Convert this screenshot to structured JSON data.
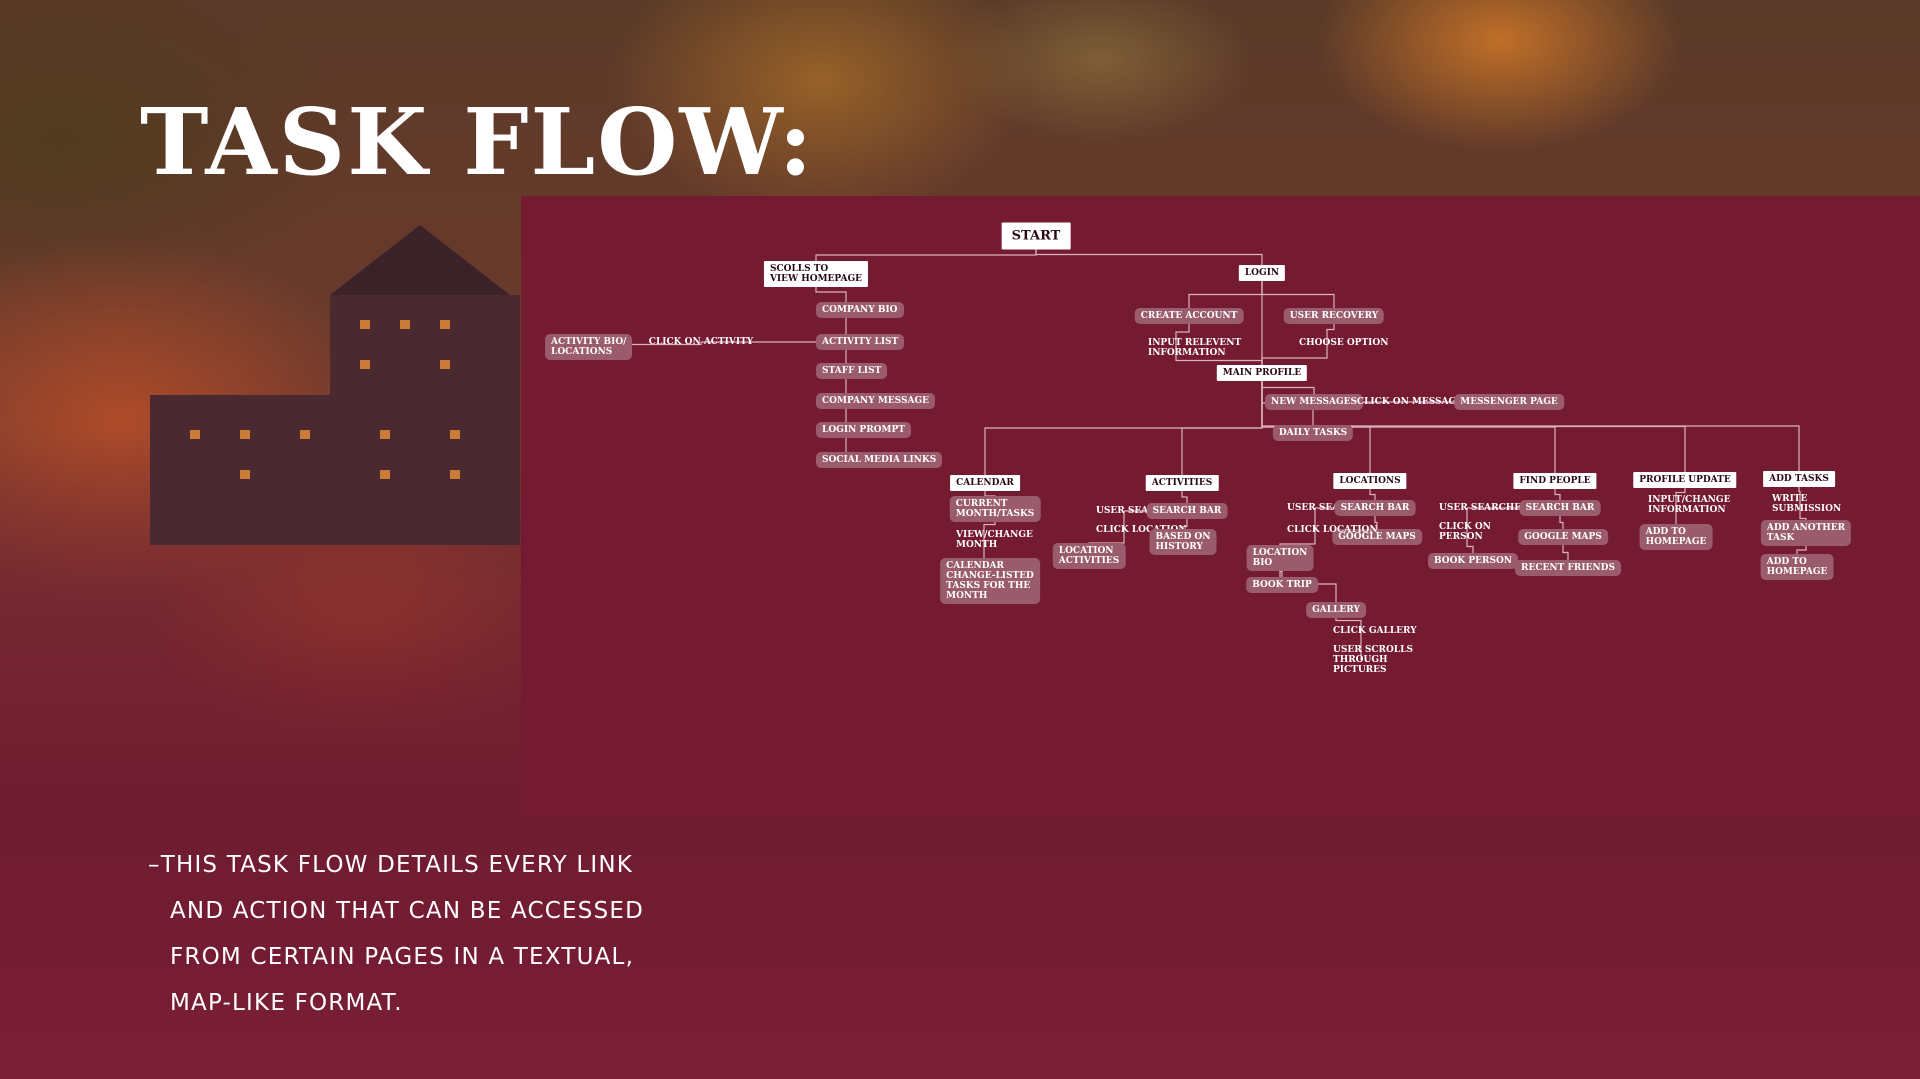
{
  "slide": {
    "title": "TASK FLOW:",
    "description_lines": [
      "–This task flow details every link",
      "and action that can be accessed",
      "from certain pages in a textual,",
      "map-like format."
    ]
  },
  "colors": {
    "panel": "#741a31",
    "pill": "#9a5b6c",
    "box": "#ffffff",
    "line": "#d9b4be"
  },
  "task_flow": {
    "nodes": [
      {
        "id": "start",
        "label": "START",
        "style": "box"
      },
      {
        "id": "scroll_home",
        "label": "SCOLLS TO\nVIEW HOMEPAGE",
        "style": "box"
      },
      {
        "id": "login",
        "label": "LOGIN",
        "style": "box"
      },
      {
        "id": "company_bio",
        "label": "COMPANY BIO",
        "style": "pill"
      },
      {
        "id": "activity_list",
        "label": "ACTIVITY LIST",
        "style": "pill"
      },
      {
        "id": "click_activity",
        "label": "CLICK ON ACTIVITY",
        "style": "text"
      },
      {
        "id": "activity_bio",
        "label": "ACTIVITY BIO/\nLOCATIONS",
        "style": "pill"
      },
      {
        "id": "staff_list",
        "label": "STAFF LIST",
        "style": "pill"
      },
      {
        "id": "company_message",
        "label": "COMPANY MESSAGE",
        "style": "pill"
      },
      {
        "id": "login_prompt",
        "label": "LOGIN PROMPT",
        "style": "pill"
      },
      {
        "id": "social_links",
        "label": "SOCIAL MEDIA LINKS",
        "style": "pill"
      },
      {
        "id": "create_account",
        "label": "CREATE ACCOUNT",
        "style": "pill"
      },
      {
        "id": "user_recovery",
        "label": "USER RECOVERY",
        "style": "pill"
      },
      {
        "id": "input_info",
        "label": "INPUT RELEVENT\nINFORMATION",
        "style": "text"
      },
      {
        "id": "choose_option",
        "label": "CHOOSE OPTION",
        "style": "text"
      },
      {
        "id": "main_profile",
        "label": "MAIN PROFILE",
        "style": "box"
      },
      {
        "id": "new_messages",
        "label": "NEW MESSAGES",
        "style": "pill"
      },
      {
        "id": "click_message",
        "label": "CLICK ON MESSAGE",
        "style": "text"
      },
      {
        "id": "messenger_page",
        "label": "MESSENGER PAGE",
        "style": "pill"
      },
      {
        "id": "daily_tasks",
        "label": "DAILY TASKS",
        "style": "pill"
      },
      {
        "id": "calendar",
        "label": "CALENDAR",
        "style": "box"
      },
      {
        "id": "current_month",
        "label": "CURRENT\nMONTH/TASKS",
        "style": "pill"
      },
      {
        "id": "view_month",
        "label": "VIEW/CHANGE\nMONTH",
        "style": "text"
      },
      {
        "id": "calendar_change",
        "label": "CALENDAR\nCHANGE-LISTED\nTASKS FOR THE\nMONTH",
        "style": "pill"
      },
      {
        "id": "activities",
        "label": "ACTIVITIES",
        "style": "box"
      },
      {
        "id": "act_user_searches",
        "label": "USER SEARCHES",
        "style": "text"
      },
      {
        "id": "act_search_bar",
        "label": "SEARCH BAR",
        "style": "pill"
      },
      {
        "id": "act_click_location",
        "label": "CLICK LOCATION",
        "style": "text"
      },
      {
        "id": "location_activities",
        "label": "LOCATION\nACTIVITIES",
        "style": "pill"
      },
      {
        "id": "based_history",
        "label": "BASED ON\nHISTORY",
        "style": "pill"
      },
      {
        "id": "locations",
        "label": "LOCATIONS",
        "style": "box"
      },
      {
        "id": "loc_user_searches",
        "label": "USER SEARCHES",
        "style": "text"
      },
      {
        "id": "loc_search_bar",
        "label": "SEARCH BAR",
        "style": "pill"
      },
      {
        "id": "loc_google_maps",
        "label": "GOOGLE MAPS",
        "style": "pill"
      },
      {
        "id": "loc_click_location",
        "label": "CLICK LOCATION",
        "style": "text"
      },
      {
        "id": "location_bio",
        "label": "LOCATION\nBIO",
        "style": "pill"
      },
      {
        "id": "book_trip",
        "label": "BOOK TRIP",
        "style": "pill"
      },
      {
        "id": "gallery",
        "label": "GALLERY",
        "style": "pill"
      },
      {
        "id": "click_gallery",
        "label": "CLICK GALLERY",
        "style": "text"
      },
      {
        "id": "user_scrolls",
        "label": "USER SCROLLS\nTHROUGH\nPICTURES",
        "style": "text"
      },
      {
        "id": "find_people",
        "label": "FIND PEOPLE",
        "style": "box"
      },
      {
        "id": "fp_user_searches",
        "label": "USER SEARCHES",
        "style": "text"
      },
      {
        "id": "fp_search_bar",
        "label": "SEARCH BAR",
        "style": "pill"
      },
      {
        "id": "click_person",
        "label": "CLICK ON\nPERSON",
        "style": "text"
      },
      {
        "id": "fp_google_maps",
        "label": "GOOGLE MAPS",
        "style": "pill"
      },
      {
        "id": "book_person",
        "label": "BOOK PERSON",
        "style": "pill"
      },
      {
        "id": "recent_friends",
        "label": "RECENT FRIENDS",
        "style": "pill"
      },
      {
        "id": "profile_update",
        "label": "PROFILE UPDATE",
        "style": "box"
      },
      {
        "id": "input_change",
        "label": "INPUT/CHANGE\nINFORMATION",
        "style": "text"
      },
      {
        "id": "pu_add_home",
        "label": "ADD TO\nHOMEPAGE",
        "style": "pill"
      },
      {
        "id": "add_tasks",
        "label": "ADD TASKS",
        "style": "box"
      },
      {
        "id": "write_submission",
        "label": "WRITE\nSUBMISSION",
        "style": "text"
      },
      {
        "id": "add_another",
        "label": "ADD ANOTHER\nTASK",
        "style": "pill"
      },
      {
        "id": "at_add_home",
        "label": "ADD TO\nHOMEPAGE",
        "style": "pill"
      }
    ],
    "edges": [
      [
        "start",
        "scroll_home"
      ],
      [
        "start",
        "login"
      ],
      [
        "scroll_home",
        "company_bio"
      ],
      [
        "company_bio",
        "activity_list"
      ],
      [
        "activity_list",
        "click_activity"
      ],
      [
        "click_activity",
        "activity_bio"
      ],
      [
        "activity_list",
        "staff_list"
      ],
      [
        "staff_list",
        "company_message"
      ],
      [
        "company_message",
        "login_prompt"
      ],
      [
        "login_prompt",
        "social_links"
      ],
      [
        "login",
        "create_account"
      ],
      [
        "login",
        "user_recovery"
      ],
      [
        "create_account",
        "input_info"
      ],
      [
        "user_recovery",
        "choose_option"
      ],
      [
        "input_info",
        "main_profile"
      ],
      [
        "choose_option",
        "main_profile"
      ],
      [
        "login",
        "main_profile"
      ],
      [
        "main_profile",
        "new_messages"
      ],
      [
        "new_messages",
        "click_message"
      ],
      [
        "click_message",
        "messenger_page"
      ],
      [
        "main_profile",
        "daily_tasks"
      ],
      [
        "main_profile",
        "calendar"
      ],
      [
        "main_profile",
        "activities"
      ],
      [
        "main_profile",
        "locations"
      ],
      [
        "main_profile",
        "find_people"
      ],
      [
        "main_profile",
        "profile_update"
      ],
      [
        "main_profile",
        "add_tasks"
      ],
      [
        "calendar",
        "current_month"
      ],
      [
        "current_month",
        "view_month"
      ],
      [
        "view_month",
        "calendar_change"
      ],
      [
        "activities",
        "act_search_bar"
      ],
      [
        "act_user_searches",
        "act_search_bar"
      ],
      [
        "act_search_bar",
        "based_history"
      ],
      [
        "act_user_searches",
        "act_click_location"
      ],
      [
        "act_click_location",
        "location_activities"
      ],
      [
        "locations",
        "loc_search_bar"
      ],
      [
        "loc_user_searches",
        "loc_search_bar"
      ],
      [
        "loc_search_bar",
        "loc_google_maps"
      ],
      [
        "loc_user_searches",
        "loc_click_location"
      ],
      [
        "loc_click_location",
        "location_bio"
      ],
      [
        "location_bio",
        "book_trip"
      ],
      [
        "location_bio",
        "gallery"
      ],
      [
        "gallery",
        "click_gallery"
      ],
      [
        "click_gallery",
        "user_scrolls"
      ],
      [
        "find_people",
        "fp_search_bar"
      ],
      [
        "fp_user_searches",
        "fp_search_bar"
      ],
      [
        "fp_search_bar",
        "fp_google_maps"
      ],
      [
        "fp_google_maps",
        "recent_friends"
      ],
      [
        "fp_user_searches",
        "click_person"
      ],
      [
        "click_person",
        "book_person"
      ],
      [
        "profile_update",
        "input_change"
      ],
      [
        "input_change",
        "pu_add_home"
      ],
      [
        "add_tasks",
        "write_submission"
      ],
      [
        "write_submission",
        "add_another"
      ],
      [
        "add_another",
        "at_add_home"
      ]
    ]
  }
}
